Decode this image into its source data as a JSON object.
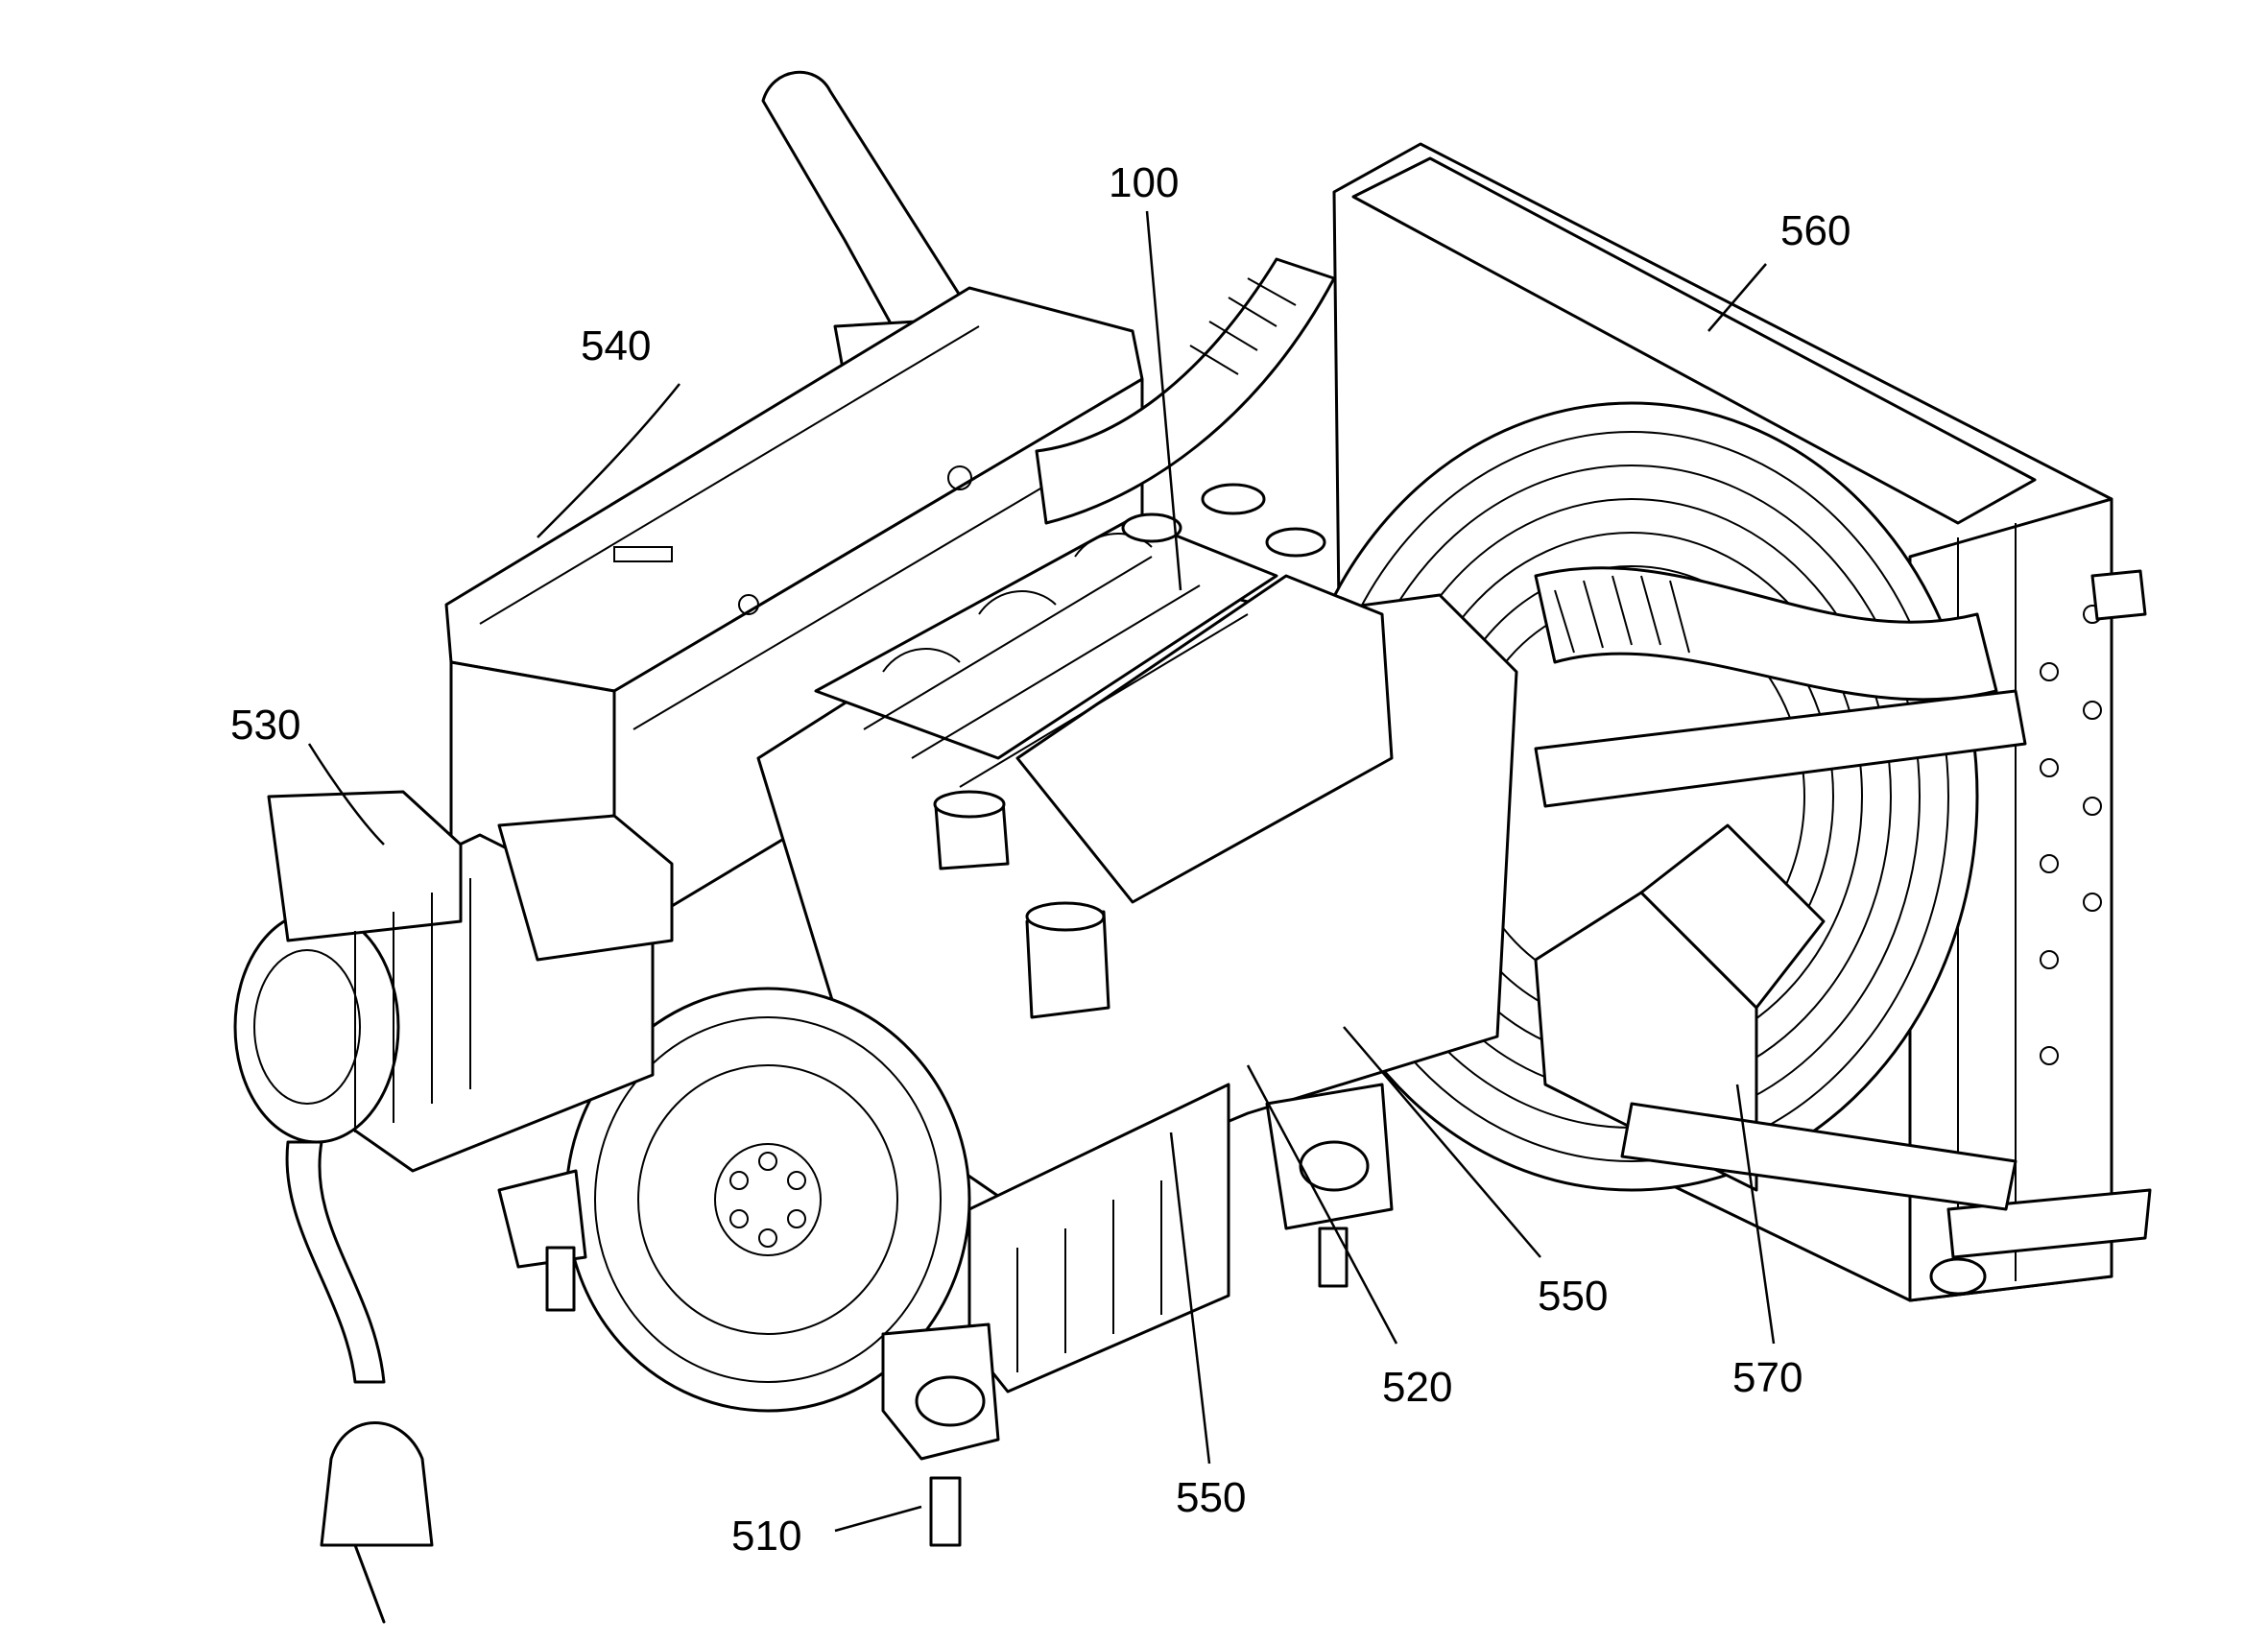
{
  "labels": {
    "engine": "100",
    "mount_front": "510",
    "mount_side": "520",
    "air_cleaner": "530",
    "exhaust_muffler": "540",
    "mount_bracket_lower": "550",
    "mount_bracket_right": "550",
    "radiator": "560",
    "fan_shroud": "570"
  }
}
